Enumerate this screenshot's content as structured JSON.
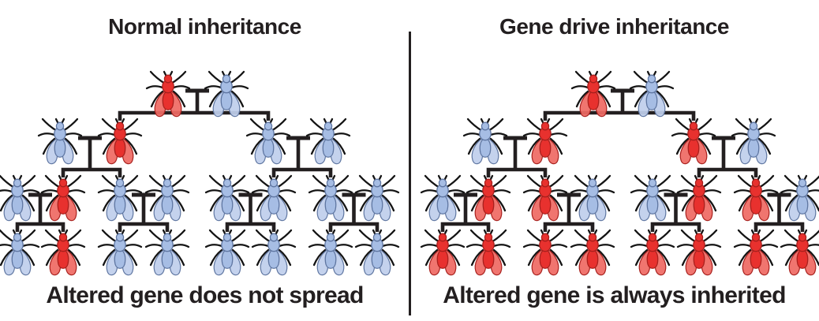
{
  "colors": {
    "altered_body": "#e8312e",
    "altered_wing": "#ef6b64",
    "altered_outline": "#a8201d",
    "normal_body": "#a6bde4",
    "normal_wing": "#bfcfec",
    "normal_outline": "#5f76a1",
    "line": "#231f20",
    "text": "#231f20",
    "background": "#ffffff"
  },
  "legend": {
    "altered_meaning": "fly carrying altered gene (red)",
    "normal_meaning": "normal fly (blue)"
  },
  "panels": [
    {
      "id": "normal-inheritance",
      "title": "Normal inheritance",
      "caption": "Altered gene does not spread",
      "generations": [
        [
          "altered",
          "normal"
        ],
        [
          "normal",
          "altered",
          "normal",
          "normal"
        ],
        [
          "normal",
          "altered",
          "normal",
          "normal",
          "normal",
          "normal",
          "normal",
          "normal"
        ],
        [
          "normal",
          "altered",
          "normal",
          "normal",
          "normal",
          "normal",
          "normal",
          "normal"
        ]
      ]
    },
    {
      "id": "gene-drive-inheritance",
      "title": "Gene drive inheritance",
      "caption": "Altered gene is always inherited",
      "generations": [
        [
          "altered",
          "normal"
        ],
        [
          "normal",
          "altered",
          "altered",
          "normal"
        ],
        [
          "normal",
          "altered",
          "altered",
          "normal",
          "normal",
          "altered",
          "altered",
          "normal"
        ],
        [
          "altered",
          "altered",
          "altered",
          "altered",
          "altered",
          "altered",
          "altered",
          "altered"
        ]
      ]
    }
  ]
}
